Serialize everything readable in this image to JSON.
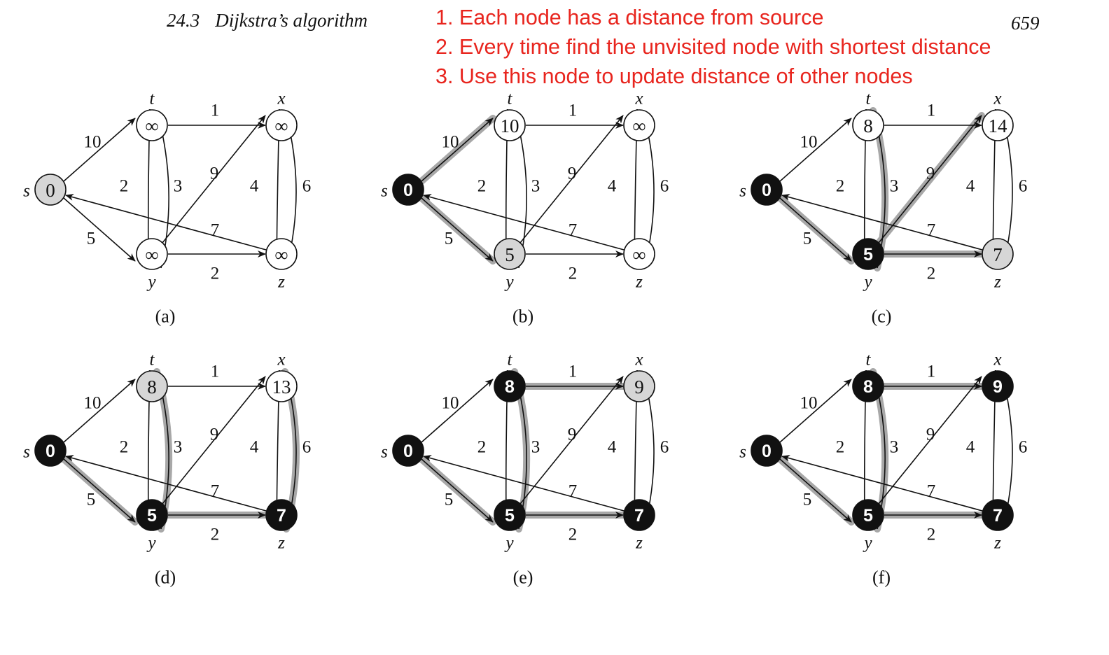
{
  "header": {
    "section": "24.3",
    "title": "Dijkstra’s algorithm",
    "page_number": "659"
  },
  "notes": [
    "1. Each node has a distance from source",
    "2. Every time find the unvisited node with shortest distance",
    "3. Use this node to update distance of other nodes"
  ],
  "colors": {
    "note_text": "#e8251e",
    "highlight_edge": "#a8a8a8",
    "gray_node": "#d6d6d6",
    "black_node": "#111111",
    "white_node": "#ffffff"
  },
  "graph": {
    "nodes": [
      "s",
      "t",
      "x",
      "y",
      "z"
    ],
    "edges": [
      {
        "from": "s",
        "to": "t",
        "weight": "10"
      },
      {
        "from": "s",
        "to": "y",
        "weight": "5"
      },
      {
        "from": "t",
        "to": "x",
        "weight": "1"
      },
      {
        "from": "t",
        "to": "y",
        "weight": "2"
      },
      {
        "from": "y",
        "to": "t",
        "weight": "3"
      },
      {
        "from": "y",
        "to": "x",
        "weight": "9"
      },
      {
        "from": "y",
        "to": "z",
        "weight": "2"
      },
      {
        "from": "x",
        "to": "z",
        "weight": "4"
      },
      {
        "from": "z",
        "to": "x",
        "weight": "6"
      },
      {
        "from": "z",
        "to": "s",
        "weight": "7"
      }
    ]
  },
  "panels": [
    {
      "caption": "(a)",
      "nodes": {
        "s": {
          "value": "0",
          "state": "gray"
        },
        "t": {
          "value": "∞",
          "state": "white"
        },
        "x": {
          "value": "∞",
          "state": "white"
        },
        "y": {
          "value": "∞",
          "state": "white"
        },
        "z": {
          "value": "∞",
          "state": "white"
        }
      },
      "highlighted": []
    },
    {
      "caption": "(b)",
      "nodes": {
        "s": {
          "value": "0",
          "state": "black"
        },
        "t": {
          "value": "10",
          "state": "white"
        },
        "x": {
          "value": "∞",
          "state": "white"
        },
        "y": {
          "value": "5",
          "state": "gray"
        },
        "z": {
          "value": "∞",
          "state": "white"
        }
      },
      "highlighted": [
        "s-t",
        "s-y"
      ]
    },
    {
      "caption": "(c)",
      "nodes": {
        "s": {
          "value": "0",
          "state": "black"
        },
        "t": {
          "value": "8",
          "state": "white"
        },
        "x": {
          "value": "14",
          "state": "white"
        },
        "y": {
          "value": "5",
          "state": "black"
        },
        "z": {
          "value": "7",
          "state": "gray"
        }
      },
      "highlighted": [
        "s-y",
        "y-t",
        "y-x",
        "y-z"
      ]
    },
    {
      "caption": "(d)",
      "nodes": {
        "s": {
          "value": "0",
          "state": "black"
        },
        "t": {
          "value": "8",
          "state": "gray"
        },
        "x": {
          "value": "13",
          "state": "white"
        },
        "y": {
          "value": "5",
          "state": "black"
        },
        "z": {
          "value": "7",
          "state": "black"
        }
      },
      "highlighted": [
        "s-y",
        "y-t",
        "y-z",
        "z-x"
      ]
    },
    {
      "caption": "(e)",
      "nodes": {
        "s": {
          "value": "0",
          "state": "black"
        },
        "t": {
          "value": "8",
          "state": "black"
        },
        "x": {
          "value": "9",
          "state": "gray"
        },
        "y": {
          "value": "5",
          "state": "black"
        },
        "z": {
          "value": "7",
          "state": "black"
        }
      },
      "highlighted": [
        "s-y",
        "y-t",
        "y-z",
        "t-x"
      ]
    },
    {
      "caption": "(f)",
      "nodes": {
        "s": {
          "value": "0",
          "state": "black"
        },
        "t": {
          "value": "8",
          "state": "black"
        },
        "x": {
          "value": "9",
          "state": "black"
        },
        "y": {
          "value": "5",
          "state": "black"
        },
        "z": {
          "value": "7",
          "state": "black"
        }
      },
      "highlighted": [
        "s-y",
        "y-t",
        "y-z",
        "t-x"
      ]
    }
  ]
}
